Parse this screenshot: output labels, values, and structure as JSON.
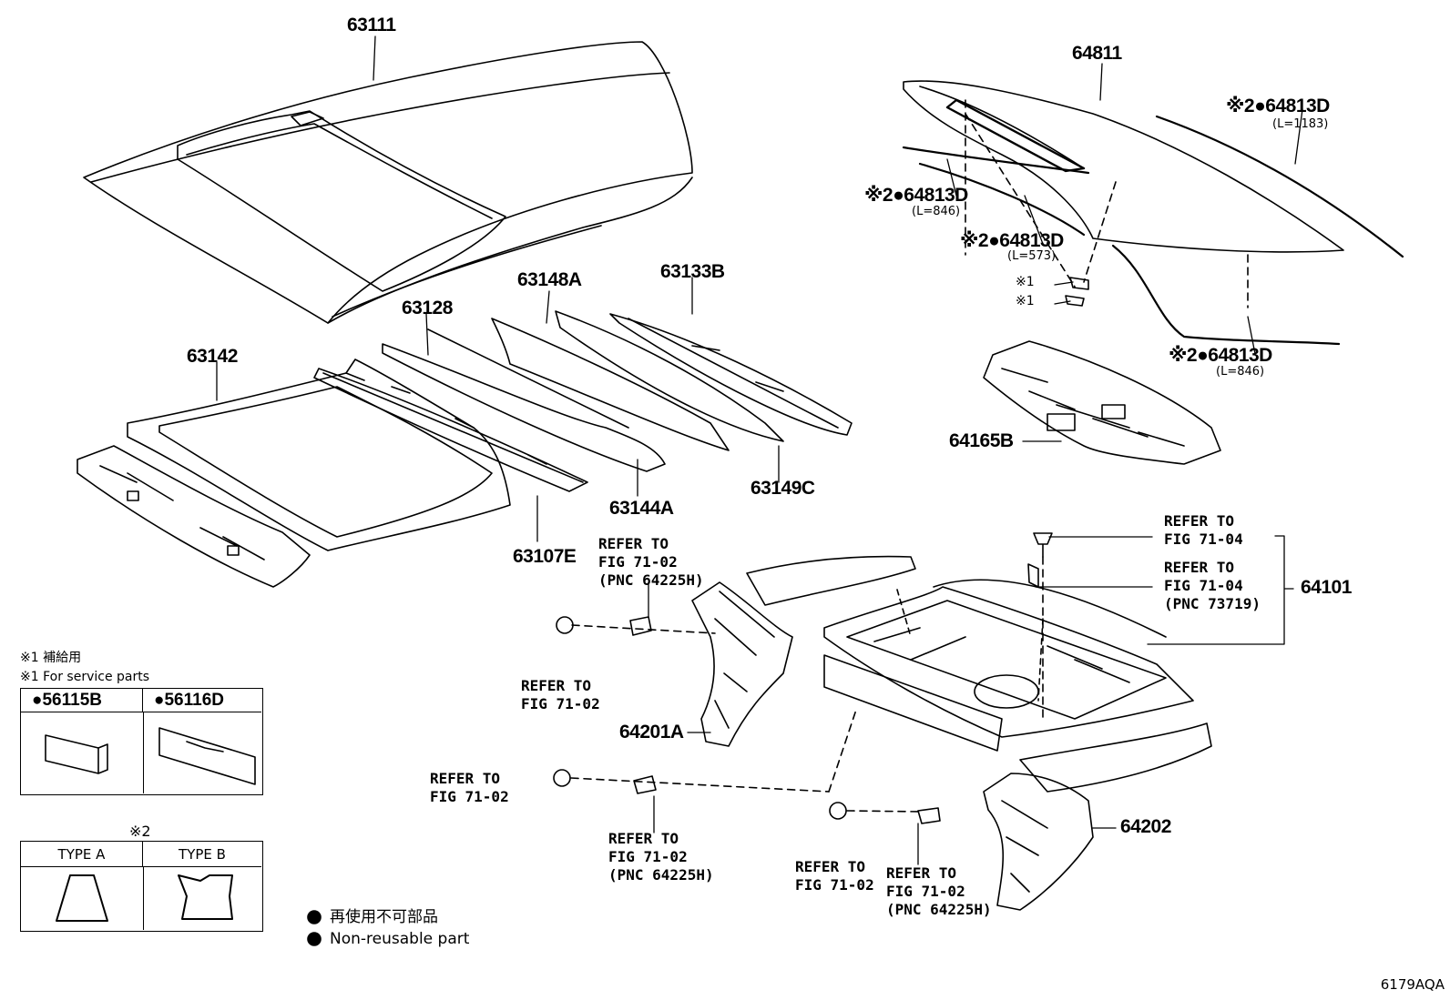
{
  "diagram_code": "6179AQA",
  "parts": {
    "p63111": "63111",
    "p64811": "64811",
    "p64813d_a": "※2●64813D",
    "p64813d_a_len": "(L=1183)",
    "p64813d_b": "※2●64813D",
    "p64813d_b_len": "(L=846)",
    "p64813d_c": "※2●64813D",
    "p64813d_c_len": "(L=573)",
    "p64813d_d": "※2●64813D",
    "p64813d_d_len": "(L=846)",
    "note1_a": "※1",
    "note1_b": "※1",
    "p63142": "63142",
    "p63128": "63128",
    "p63148a": "63148A",
    "p63133b": "63133B",
    "p63144a": "63144A",
    "p63149c": "63149C",
    "p63107e": "63107E",
    "p64165b": "64165B",
    "p64101": "64101",
    "p64201a": "64201A",
    "p64202": "64202"
  },
  "refs": {
    "r1": "REFER TO\nFIG 71-02\n(PNC 64225H)",
    "r2": "REFER TO\nFIG 71-02",
    "r3": "REFER TO\nFIG 71-04",
    "r4": "REFER TO\nFIG 71-04\n(PNC 73719)",
    "r5": "REFER TO\nFIG 71-02",
    "r6": "REFER TO\nFIG 71-02\n(PNC 64225H)",
    "r7": "REFER TO\nFIG 71-02",
    "r8": "REFER TO\nFIG 71-02\n(PNC 64225H)"
  },
  "notes": {
    "service_jp": "※1 補給用",
    "service_en": "※1 For service parts",
    "type_mark": "※2"
  },
  "service_table": {
    "col1": "●56115B",
    "col2": "●56116D"
  },
  "type_table": {
    "col1": "TYPE A",
    "col2": "TYPE B"
  },
  "legend": {
    "jp": "再使用不可部品",
    "en": "Non-reusable part"
  }
}
